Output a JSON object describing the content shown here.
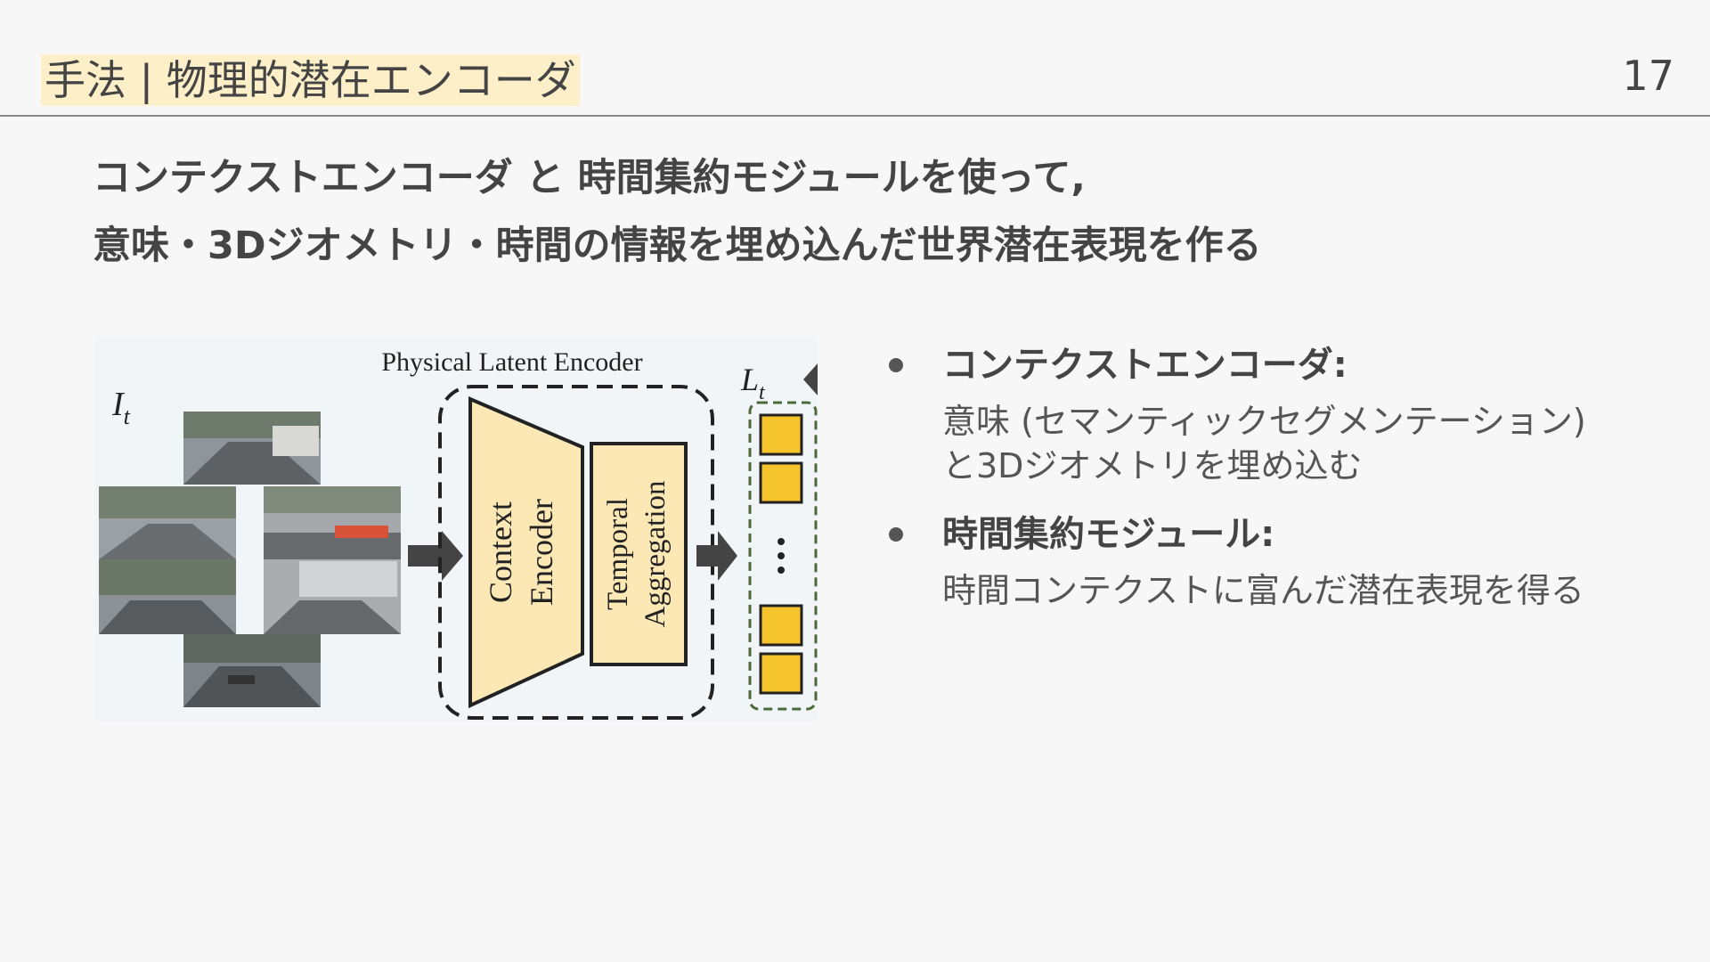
{
  "header": {
    "section_title": "手法 | 物理的潜在エンコーダ",
    "page_number": "17"
  },
  "headline": {
    "line1": "コンテクストエンコーダ と 時間集約モジュールを使って,",
    "line2": "意味・3Dジオメトリ・時間の情報を埋め込んだ世界潜在表現を作る"
  },
  "figure": {
    "input_label": "I",
    "input_subscript": "t",
    "encoder_title": "Physical Latent Encoder",
    "context_label_1": "Context",
    "context_label_2": "Encoder",
    "temporal_label_1": "Temporal",
    "temporal_label_2": "Aggregation",
    "output_label": "L",
    "output_subscript": "t",
    "colors": {
      "encoder_fill": "#fbe8b5",
      "latent_token": "#f5c32c",
      "latent_border": "#4d6b3a",
      "arrow": "#444444"
    }
  },
  "bullets": [
    {
      "head": "コンテクストエンコーダ:",
      "body_line1": "意味 (セマンティックセグメンテーション)",
      "body_line2": "と3Dジオメトリを埋め込む"
    },
    {
      "head": "時間集約モジュール:",
      "body_line1": "時間コンテクストに富んだ潜在表現を得る"
    }
  ]
}
